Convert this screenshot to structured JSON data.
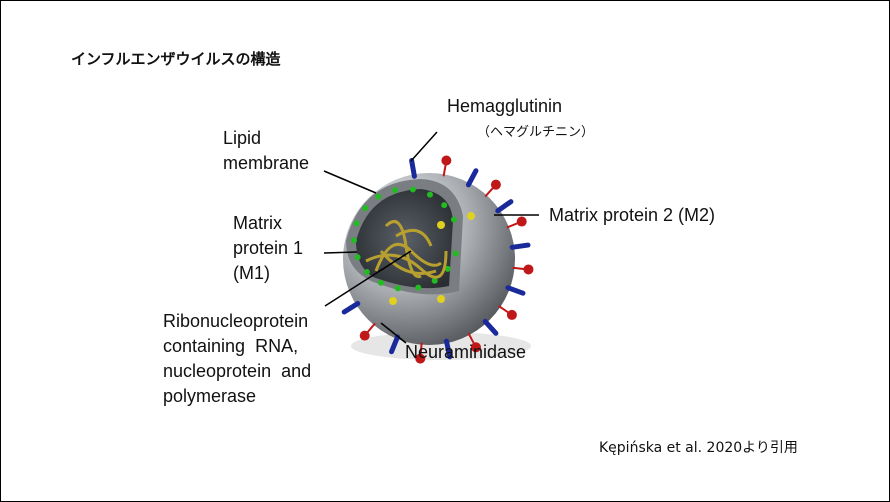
{
  "title": "インフルエンザウイルスの構造",
  "labels": {
    "hemagglutinin": "Hemagglutinin",
    "hemagglutinin_ja": "（ヘマグルチニン）",
    "lipid_membrane": [
      "Lipid",
      "membrane"
    ],
    "matrix_protein_2": "Matrix protein 2 (M2)",
    "matrix_protein_1": [
      "Matrix",
      "protein 1",
      "(M1)"
    ],
    "ribonucleoprotein": [
      "Ribonucleoprotein",
      "containing  RNA,",
      "nucleoprotein  and",
      "polymerase"
    ],
    "neuraminidase": "Neuraminidase"
  },
  "citation": "Kępińska et al. 2020より引用",
  "colors": {
    "hemagglutinin": "#1a2a9a",
    "neuraminidase": "#c01818",
    "m2": "#e0d020",
    "m1": "#22bb22",
    "rna": "#b8a030",
    "shell": "#9a9ea4"
  }
}
